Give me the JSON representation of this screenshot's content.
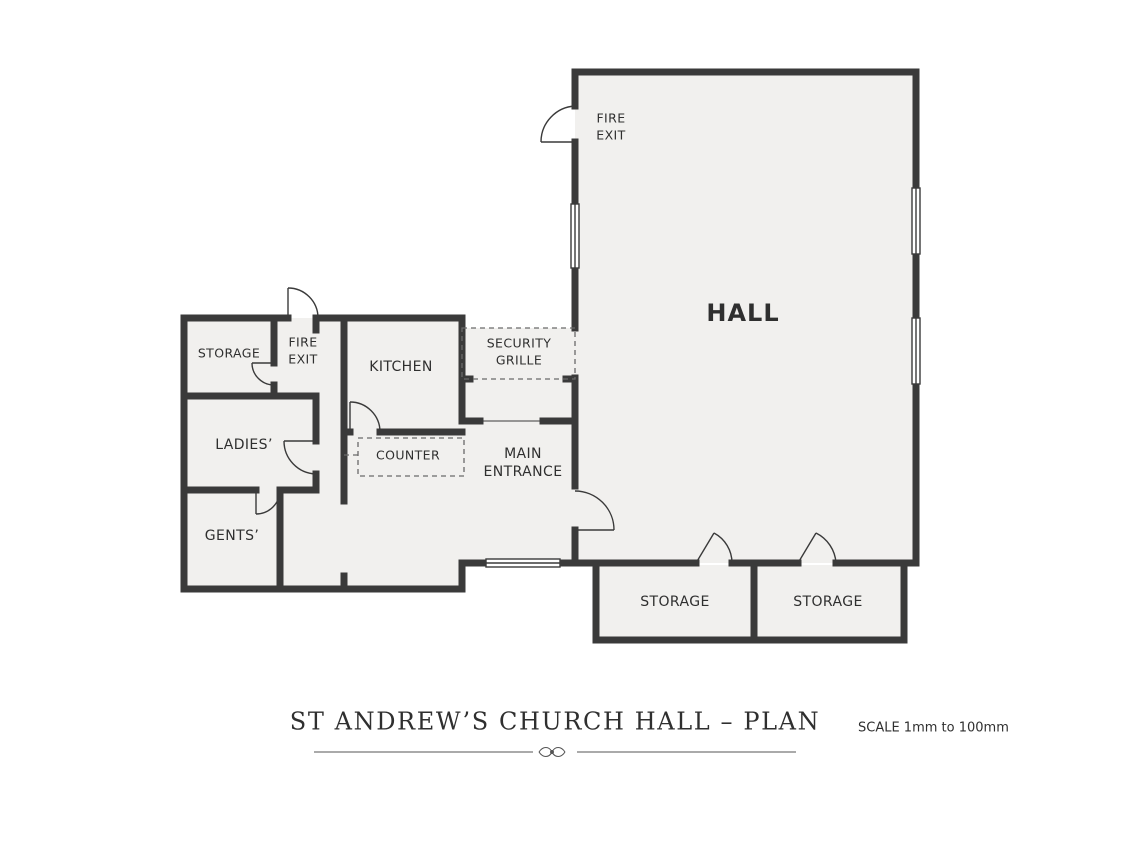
{
  "title": "ST ANDREW’S CHURCH HALL – PLAN",
  "scale": "SCALE  1mm to 100mm",
  "colors": {
    "wall": "#3a3a3a",
    "floor": "#f1f0ee",
    "dashed": "#6a6a6a"
  },
  "rooms": {
    "hall": "HALL",
    "fire_exit_hall_1": "FIRE",
    "fire_exit_hall_2": "EXIT",
    "storage_left": "STORAGE",
    "fire_exit_left_1": "FIRE",
    "fire_exit_left_2": "EXIT",
    "kitchen": "KITCHEN",
    "security_grille_1": "SECURITY",
    "security_grille_2": "GRILLE",
    "ladies": "LADIES’",
    "counter": "COUNTER",
    "main_entrance_1": "MAIN",
    "main_entrance_2": "ENTRANCE",
    "gents": "GENTS’",
    "storage_bottom_1": "STORAGE",
    "storage_bottom_2": "STORAGE"
  },
  "ornament": "icon-flourish"
}
